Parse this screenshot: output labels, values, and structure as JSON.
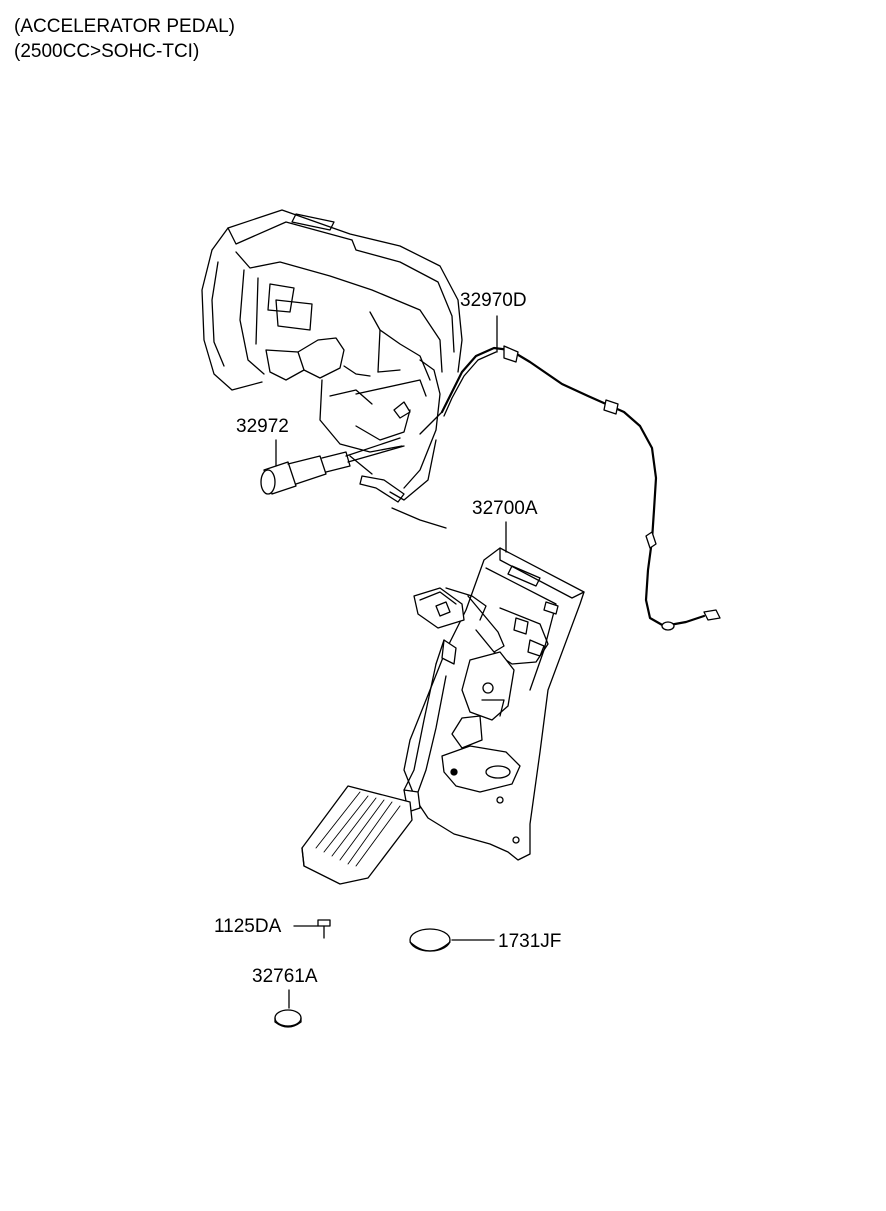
{
  "header": {
    "line1": "(ACCELERATOR PEDAL)",
    "line2": "(2500CC>SOHC-TCI)"
  },
  "parts": {
    "cable": "32970D",
    "kick_down": "32972",
    "pedal_assy": "32700A",
    "bolt": "1125DA",
    "plug": "1731JF",
    "stopper": "32761A"
  }
}
